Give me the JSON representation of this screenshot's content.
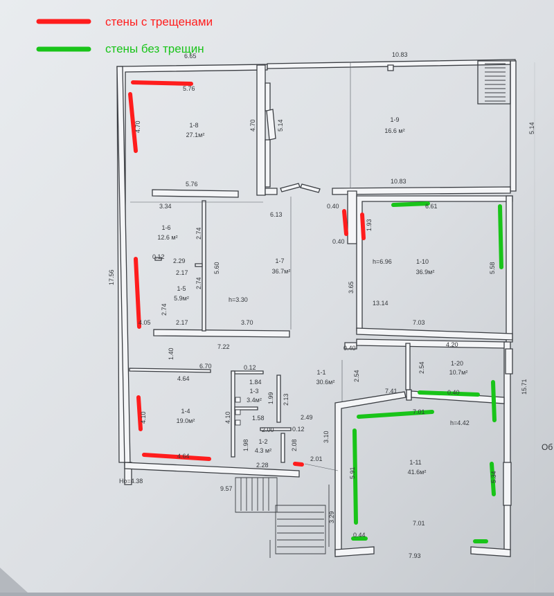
{
  "legend": {
    "cracked": {
      "label": "стены с трещенами",
      "color": "#ff1d1d"
    },
    "intact": {
      "label": "стены без трещин",
      "color": "#19c419"
    }
  },
  "rooms": [
    {
      "id": "1-8",
      "area": "27.1м²"
    },
    {
      "id": "1-9",
      "area": "16.6 м²"
    },
    {
      "id": "1-6",
      "area": "12.6 м²"
    },
    {
      "id": "1-5",
      "area": "5.9м²"
    },
    {
      "id": "1-7",
      "area": "36.7м²"
    },
    {
      "id": "1-10",
      "area": "36.9м²"
    },
    {
      "id": "1-1",
      "area": "30.6м²"
    },
    {
      "id": "1-20",
      "area": "10.7м²"
    },
    {
      "id": "1-3",
      "area": "3.4м²"
    },
    {
      "id": "1-4",
      "area": "19.0м²"
    },
    {
      "id": "1-2",
      "area": "4.3 м²"
    },
    {
      "id": "1-11",
      "area": "41.6м²"
    }
  ],
  "heights": {
    "h1": "h=3.30",
    "h2": "h=6.96",
    "h3": "h=4.42",
    "ground": "Hо=4.38"
  },
  "dimensions": {
    "d665": "6.65",
    "d1083a": "10.83",
    "d576a": "5.76",
    "d470a": "4.70",
    "d470b": "4.70",
    "d514a": "5.14",
    "d514b": "5.14",
    "d576b": "5.76",
    "d1083b": "10.83",
    "d334": "3.34",
    "d613": "6.13",
    "d040a": "0.40",
    "d661": "6.61",
    "d193": "1.93",
    "d040b": "0.40",
    "d274a": "2.74",
    "d560": "5.60",
    "d012a": "0.12",
    "d229": "2.29",
    "d217a": "2.17",
    "d274b": "2.74",
    "d1756": "17.56",
    "d558": "5.58",
    "d365": "3.65",
    "d1314": "13.14",
    "d274c": "2.74",
    "d405": "4.05",
    "d217b": "2.17",
    "d370": "3.70",
    "d703": "7.03",
    "d722": "7.22",
    "d040c": "0.40",
    "d420": "4.20",
    "d140": "1.40",
    "d670": "6.70",
    "d012b": "0.12",
    "d464": "4.64",
    "d184": "1.84",
    "d254a": "2.54",
    "d254b": "2.54",
    "d1571": "15.71",
    "d199": "1.99",
    "d213": "2.13",
    "d741": "7.41",
    "d040d": "0.40",
    "d701a": "7.01",
    "d410a": "4.10",
    "d410b": "4.10",
    "d158": "1.58",
    "d249": "2.49",
    "d200": "2.00",
    "d012c": "0.12",
    "d310": "3.10",
    "d198": "1.98",
    "d208": "2.08",
    "d201": "2.01",
    "d464b": "4.64",
    "d228": "2.28",
    "d591": "5.91",
    "d534": "5.34",
    "d957": "9.57",
    "d329": "3.29",
    "d701b": "7.01",
    "d044": "0.44",
    "d793": "7.93",
    "ob": "Об"
  }
}
